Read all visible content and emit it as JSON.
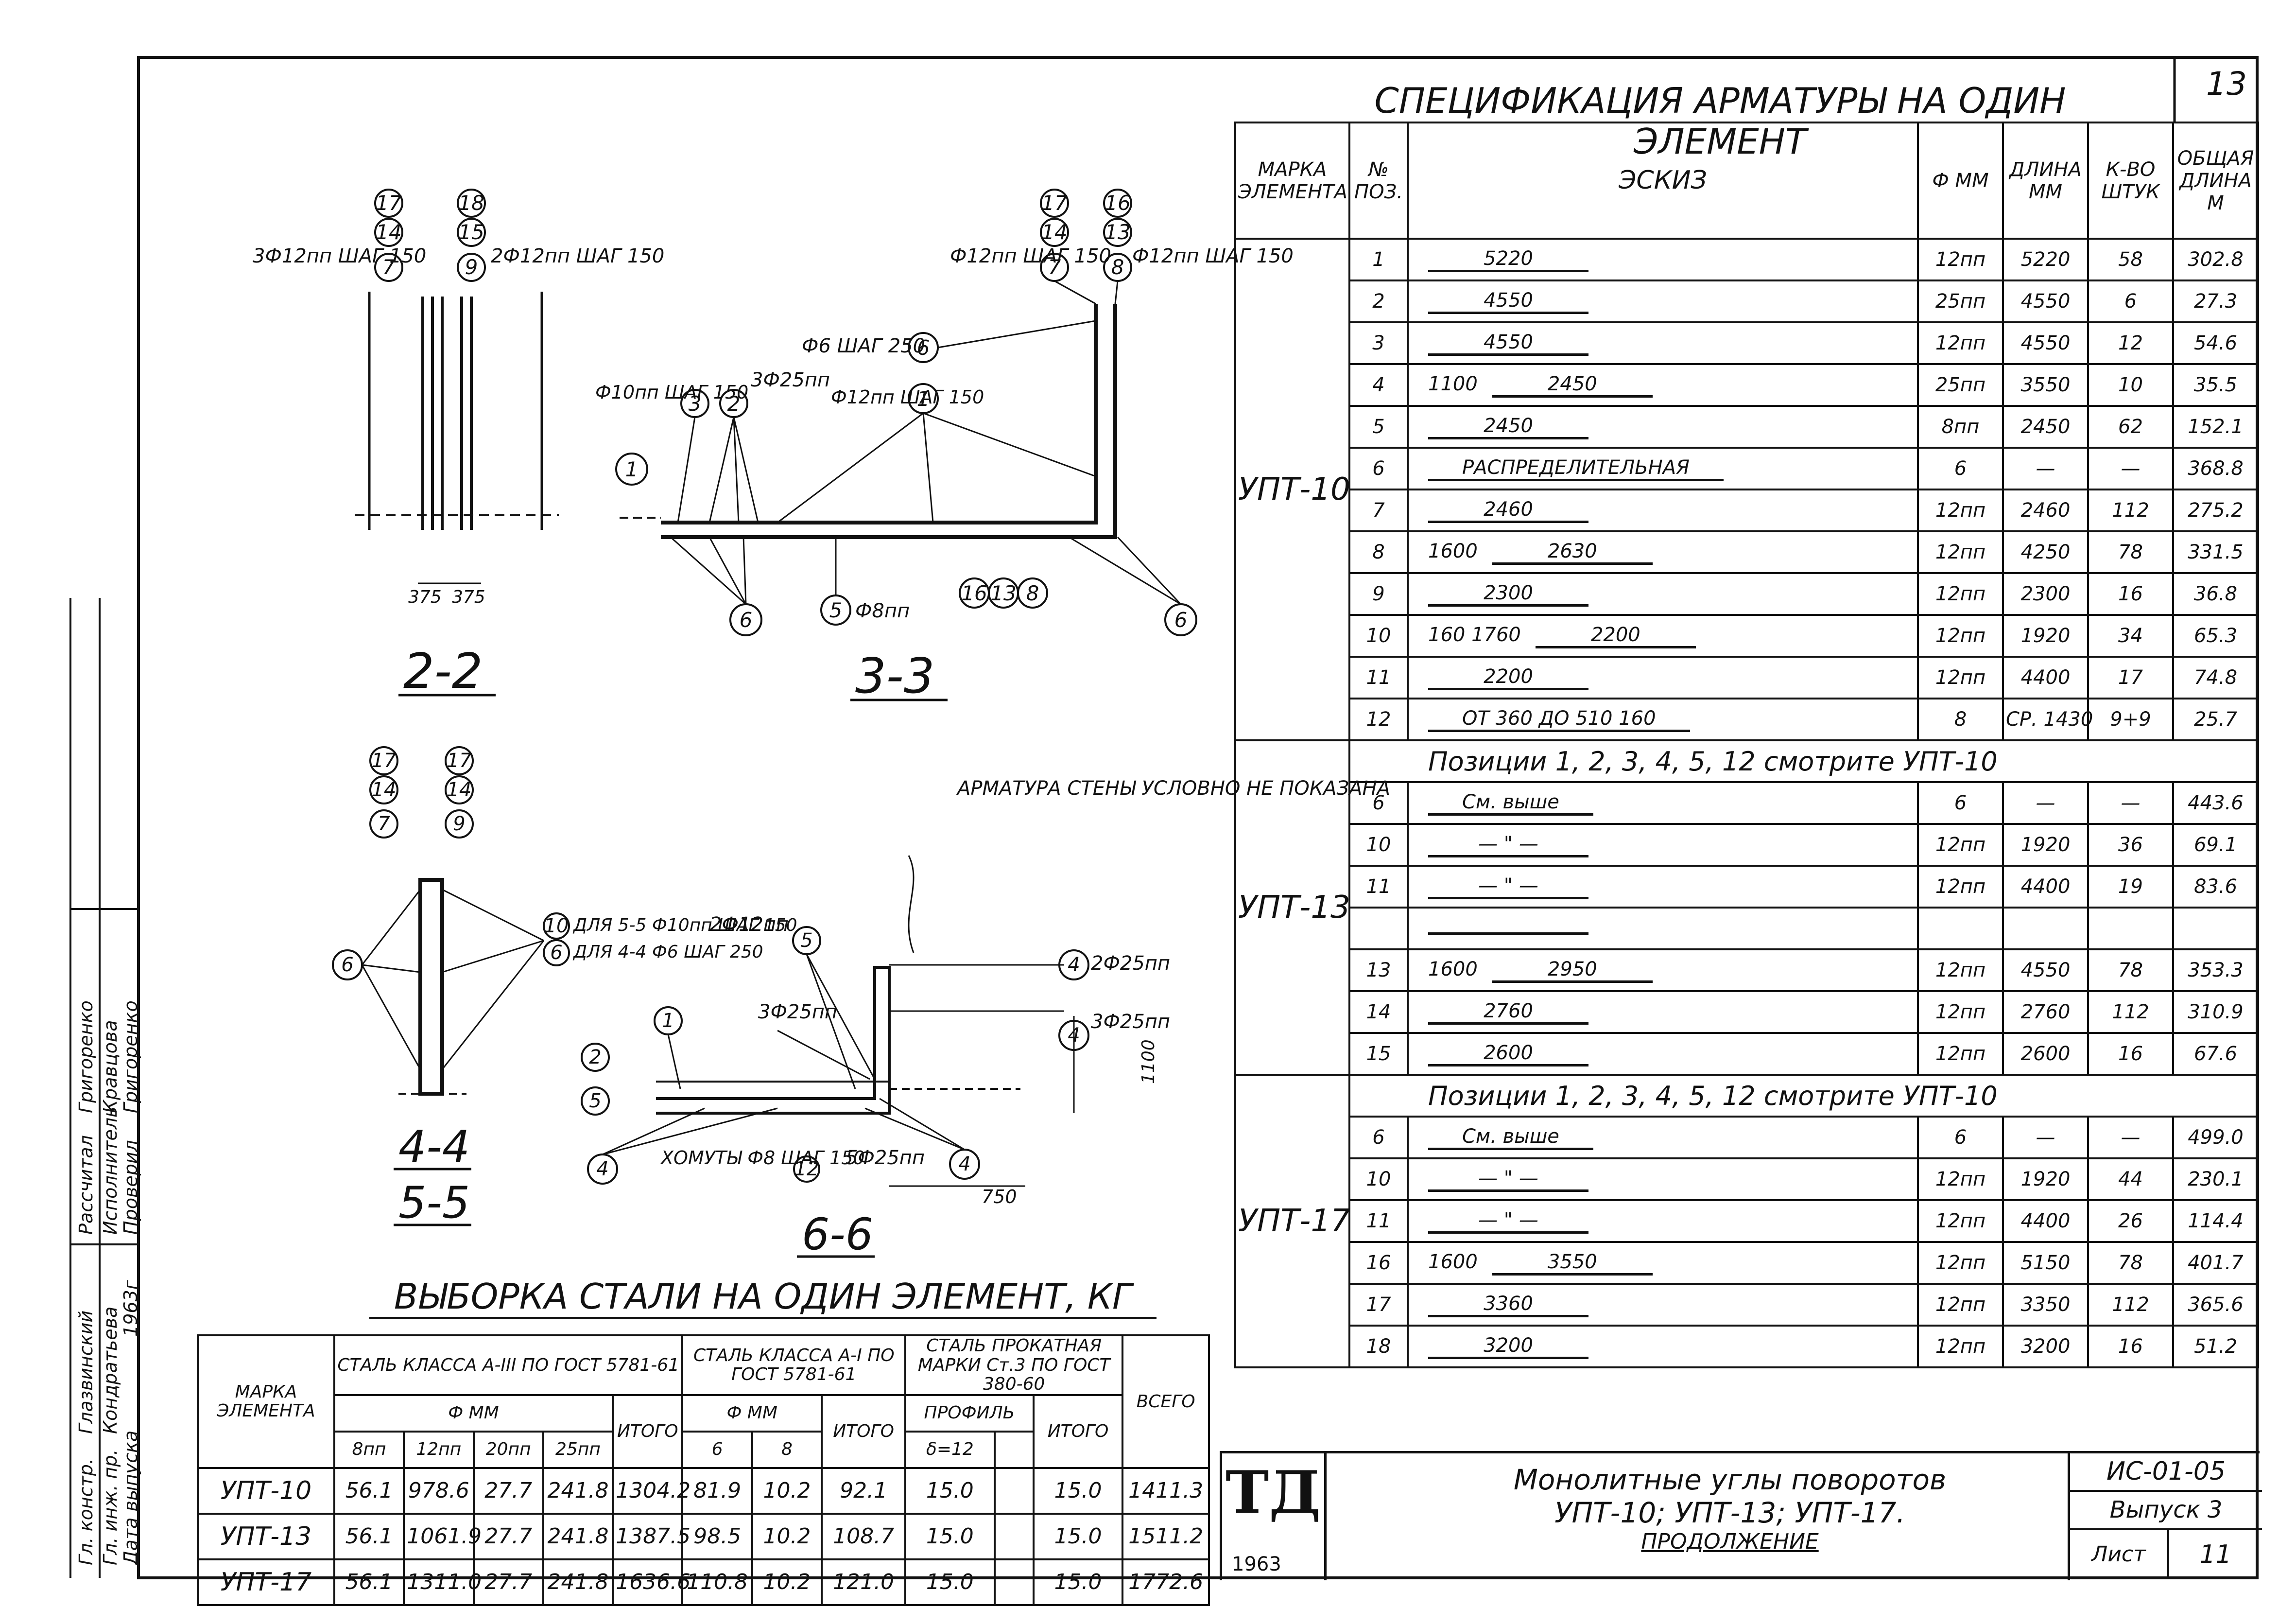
{
  "sheet_number_top": "13",
  "spec_title": "СПЕЦИФИКАЦИЯ АРМАТУРЫ НА ОДИН ЭЛЕМЕНТ",
  "spec_headers": {
    "mark": "МАРКА ЭЛЕМЕНТА",
    "pos": "№ ПОЗ.",
    "sketch": "ЭСКИЗ",
    "diam": "Ф ММ",
    "length": "ДЛИНА ММ",
    "count": "К-ВО ШТУК",
    "total": "ОБЩАЯ ДЛИНА М"
  },
  "spec_groups": [
    {
      "mark": "УПТ-10",
      "note": "",
      "rows": [
        {
          "pos": "1",
          "lead": "",
          "sketch": "5220",
          "d": "12пп",
          "l": "5220",
          "n": "58",
          "t": "302.8"
        },
        {
          "pos": "2",
          "lead": "",
          "sketch": "4550",
          "d": "25пп",
          "l": "4550",
          "n": "6",
          "t": "27.3"
        },
        {
          "pos": "3",
          "lead": "",
          "sketch": "4550",
          "d": "12пп",
          "l": "4550",
          "n": "12",
          "t": "54.6"
        },
        {
          "pos": "4",
          "lead": "1100",
          "sketch": "2450",
          "d": "25пп",
          "l": "3550",
          "n": "10",
          "t": "35.5"
        },
        {
          "pos": "5",
          "lead": "",
          "sketch": "2450",
          "d": "8пп",
          "l": "2450",
          "n": "62",
          "t": "152.1"
        },
        {
          "pos": "6",
          "lead": "",
          "sketch": "РАСПРЕДЕЛИТЕЛЬНАЯ",
          "d": "6",
          "l": "—",
          "n": "—",
          "t": "368.8"
        },
        {
          "pos": "7",
          "lead": "",
          "sketch": "2460",
          "d": "12пп",
          "l": "2460",
          "n": "112",
          "t": "275.2"
        },
        {
          "pos": "8",
          "lead": "1600",
          "sketch": "2630",
          "d": "12пп",
          "l": "4250",
          "n": "78",
          "t": "331.5"
        },
        {
          "pos": "9",
          "lead": "",
          "sketch": "2300",
          "d": "12пп",
          "l": "2300",
          "n": "16",
          "t": "36.8"
        },
        {
          "pos": "10",
          "lead": "160 1760",
          "sketch": "2200",
          "d": "12пп",
          "l": "1920",
          "n": "34",
          "t": "65.3"
        },
        {
          "pos": "11",
          "lead": "",
          "sketch": "2200",
          "d": "12пп",
          "l": "4400",
          "n": "17",
          "t": "74.8"
        },
        {
          "pos": "12",
          "lead": "",
          "sketch": "ОТ 360 ДО 510 160",
          "d": "8",
          "l": "СР. 1430",
          "n": "9+9",
          "t": "25.7"
        }
      ]
    },
    {
      "mark": "УПТ-13",
      "note": "Позиции 1, 2, 3, 4, 5, 12 смотрите УПТ-10",
      "rows": [
        {
          "pos": "6",
          "lead": "",
          "sketch": "См. выше",
          "d": "6",
          "l": "—",
          "n": "—",
          "t": "443.6"
        },
        {
          "pos": "10",
          "lead": "",
          "sketch": "— \" —",
          "d": "12пп",
          "l": "1920",
          "n": "36",
          "t": "69.1"
        },
        {
          "pos": "11",
          "lead": "",
          "sketch": "— \" —",
          "d": "12пп",
          "l": "4400",
          "n": "19",
          "t": "83.6"
        },
        {
          "pos": "",
          "lead": "",
          "sketch": "",
          "d": "",
          "l": "",
          "n": "",
          "t": ""
        },
        {
          "pos": "13",
          "lead": "1600",
          "sketch": "2950",
          "d": "12пп",
          "l": "4550",
          "n": "78",
          "t": "353.3"
        },
        {
          "pos": "14",
          "lead": "",
          "sketch": "2760",
          "d": "12пп",
          "l": "2760",
          "n": "112",
          "t": "310.9"
        },
        {
          "pos": "15",
          "lead": "",
          "sketch": "2600",
          "d": "12пп",
          "l": "2600",
          "n": "16",
          "t": "67.6"
        }
      ]
    },
    {
      "mark": "УПТ-17",
      "note": "Позиции 1, 2, 3, 4, 5, 12 смотрите УПТ-10",
      "rows": [
        {
          "pos": "6",
          "lead": "",
          "sketch": "См. выше",
          "d": "6",
          "l": "—",
          "n": "—",
          "t": "499.0"
        },
        {
          "pos": "10",
          "lead": "",
          "sketch": "— \" —",
          "d": "12пп",
          "l": "1920",
          "n": "44",
          "t": "230.1"
        },
        {
          "pos": "11",
          "lead": "",
          "sketch": "— \" —",
          "d": "12пп",
          "l": "4400",
          "n": "26",
          "t": "114.4"
        },
        {
          "pos": "16",
          "lead": "1600",
          "sketch": "3550",
          "d": "12пп",
          "l": "5150",
          "n": "78",
          "t": "401.7"
        },
        {
          "pos": "17",
          "lead": "",
          "sketch": "3360",
          "d": "12пп",
          "l": "3350",
          "n": "112",
          "t": "365.6"
        },
        {
          "pos": "18",
          "lead": "",
          "sketch": "3200",
          "d": "12пп",
          "l": "3200",
          "n": "16",
          "t": "51.2"
        }
      ]
    }
  ],
  "steel_title": "ВЫБОРКА СТАЛИ НА ОДИН ЭЛЕМЕНТ, КГ",
  "steel_headers": {
    "mark": "МАРКА ЭЛЕМЕНТА",
    "a3": "СТАЛЬ КЛАССА А-III ПО ГОСТ 5781-61",
    "a1": "СТАЛЬ КЛАССА А-I ПО ГОСТ 5781-61",
    "prof": "СТАЛЬ ПРОКАТНАЯ МАРКИ Ст.3 ПО ГОСТ 380-60",
    "phi_mm": "Ф ММ",
    "profile": "ПРОФИЛЬ",
    "total": "ИТОГО",
    "grand": "ВСЕГО",
    "a3_cols": [
      "8пп",
      "12пп",
      "20пп",
      "25пп"
    ],
    "a1_cols": [
      "6",
      "8"
    ],
    "prof_col": "δ=12"
  },
  "steel_rows": [
    {
      "mark": "УПТ-10",
      "v": [
        "56.1",
        "978.6",
        "27.7",
        "241.8",
        "1304.2",
        "81.9",
        "10.2",
        "92.1",
        "15.0",
        "15.0",
        "1411.3"
      ]
    },
    {
      "mark": "УПТ-13",
      "v": [
        "56.1",
        "1061.9",
        "27.7",
        "241.8",
        "1387.5",
        "98.5",
        "10.2",
        "108.7",
        "15.0",
        "15.0",
        "1511.2"
      ]
    },
    {
      "mark": "УПТ-17",
      "v": [
        "56.1",
        "1311.0",
        "27.7",
        "241.8",
        "1636.6",
        "110.8",
        "10.2",
        "121.0",
        "15.0",
        "15.0",
        "1772.6"
      ]
    }
  ],
  "stamp": {
    "logo": "ТД",
    "logo_year": "1963",
    "title_line1": "Монолитные углы поворотов",
    "title_line2": "УПТ-10; УПТ-13; УПТ-17.",
    "title_line3": "ПРОДОЛЖЕНИЕ",
    "code": "ИС-01-05",
    "issue": "Выпуск 3",
    "sheet_label": "Лист",
    "sheet_number": "11"
  },
  "side_stamp": {
    "roles": [
      "Гл. констр.",
      "Гл. инж. пр.",
      "Дата выпуска"
    ],
    "names": [
      "Глазвинский",
      "Кондратьева",
      "1963г"
    ],
    "roles2": [
      "Рассчитал",
      "Исполнитель",
      "Проверил"
    ],
    "names2": [
      "Григоренко",
      "Кравцова",
      "Григоренко"
    ]
  },
  "drawings": {
    "s22_label": "2-2",
    "s33_label": "3-3",
    "s44_label": "4-4",
    "s55_label": "5-5",
    "s66_label": "6-6",
    "s22_notes": [
      "3Ф12пп ШАГ 150",
      "2Ф12пп ШАГ 150",
      "375",
      "375"
    ],
    "s33_notes": [
      "Ф12пп ШАГ 150",
      "Ф12пп ШАГ 150",
      "Ф6 ШАГ 250",
      "Ф10пп ШАГ 150",
      "3Ф25пп",
      "Ф12пп ШАГ 150",
      "Ф8пп"
    ],
    "s44_notes": [
      "ДЛЯ 5-5 Ф10пп ШАГ 150",
      "ДЛЯ 4-4 Ф6 ШАГ 250"
    ],
    "s66_notes": [
      "АРМАТУРА СТЕНЫ УСЛОВНО НЕ ПОКАЗАНА",
      "2Ф12пп",
      "3Ф25пп",
      "2Ф25пп",
      "3Ф25пп",
      "1100",
      "ХОМУТЫ Ф8 ШАГ 150",
      "5Ф25пп",
      "750"
    ]
  }
}
